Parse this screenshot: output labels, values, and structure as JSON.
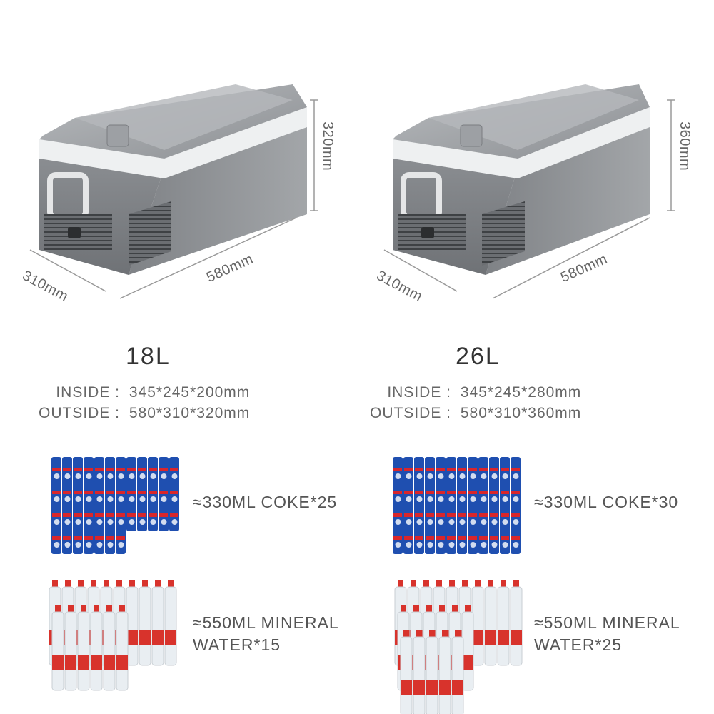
{
  "products": [
    {
      "capacity": "18L",
      "dims": {
        "height": "320mm",
        "depth": "310mm",
        "length": "580mm"
      },
      "inside_label": "INSIDE :",
      "inside_value": "345*245*200mm",
      "outside_label": "OUTSIDE :",
      "outside_value": "580*310*320mm",
      "coke_text": "≈330ML COKE*25",
      "water_text_1": "≈550ML MINERAL",
      "water_text_2": "WATER*15"
    },
    {
      "capacity": "26L",
      "dims": {
        "height": "360mm",
        "depth": "310mm",
        "length": "580mm"
      },
      "inside_label": "INSIDE :",
      "inside_value": "345*245*280mm",
      "outside_label": "OUTSIDE :",
      "outside_value": "580*310*360mm",
      "coke_text": "≈330ML COKE*30",
      "water_text_1": "≈550ML MINERAL",
      "water_text_2": "WATER*25"
    }
  ],
  "colors": {
    "body_grey": "#8f9296",
    "lid_grey": "#a6a9ad",
    "white_band": "#f2f3f4",
    "can_blue": "#1f4fb0",
    "can_red": "#d9262b",
    "bottle_red": "#d8332c",
    "dim_line": "#9a9a9a"
  }
}
